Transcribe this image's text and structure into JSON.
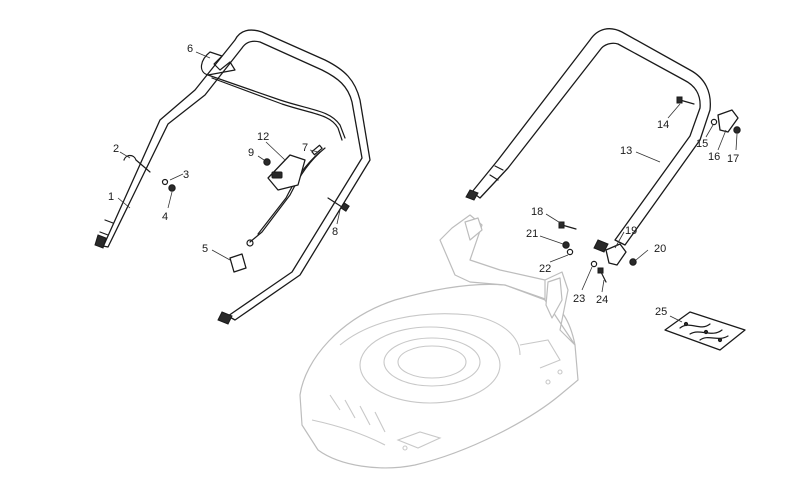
{
  "callouts": [
    {
      "id": "1",
      "label": "1"
    },
    {
      "id": "2",
      "label": "2"
    },
    {
      "id": "3",
      "label": "3"
    },
    {
      "id": "4",
      "label": "4"
    },
    {
      "id": "5",
      "label": "5"
    },
    {
      "id": "6",
      "label": "6"
    },
    {
      "id": "7",
      "label": "7"
    },
    {
      "id": "8",
      "label": "8"
    },
    {
      "id": "9",
      "label": "9"
    },
    {
      "id": "12",
      "label": "12"
    },
    {
      "id": "13",
      "label": "13"
    },
    {
      "id": "14",
      "label": "14"
    },
    {
      "id": "15",
      "label": "15"
    },
    {
      "id": "16",
      "label": "16"
    },
    {
      "id": "17",
      "label": "17"
    },
    {
      "id": "18",
      "label": "18"
    },
    {
      "id": "19",
      "label": "19"
    },
    {
      "id": "20",
      "label": "20"
    },
    {
      "id": "21",
      "label": "21"
    },
    {
      "id": "22",
      "label": "22"
    },
    {
      "id": "23",
      "label": "23"
    },
    {
      "id": "24",
      "label": "24"
    },
    {
      "id": "25",
      "label": "25"
    }
  ]
}
